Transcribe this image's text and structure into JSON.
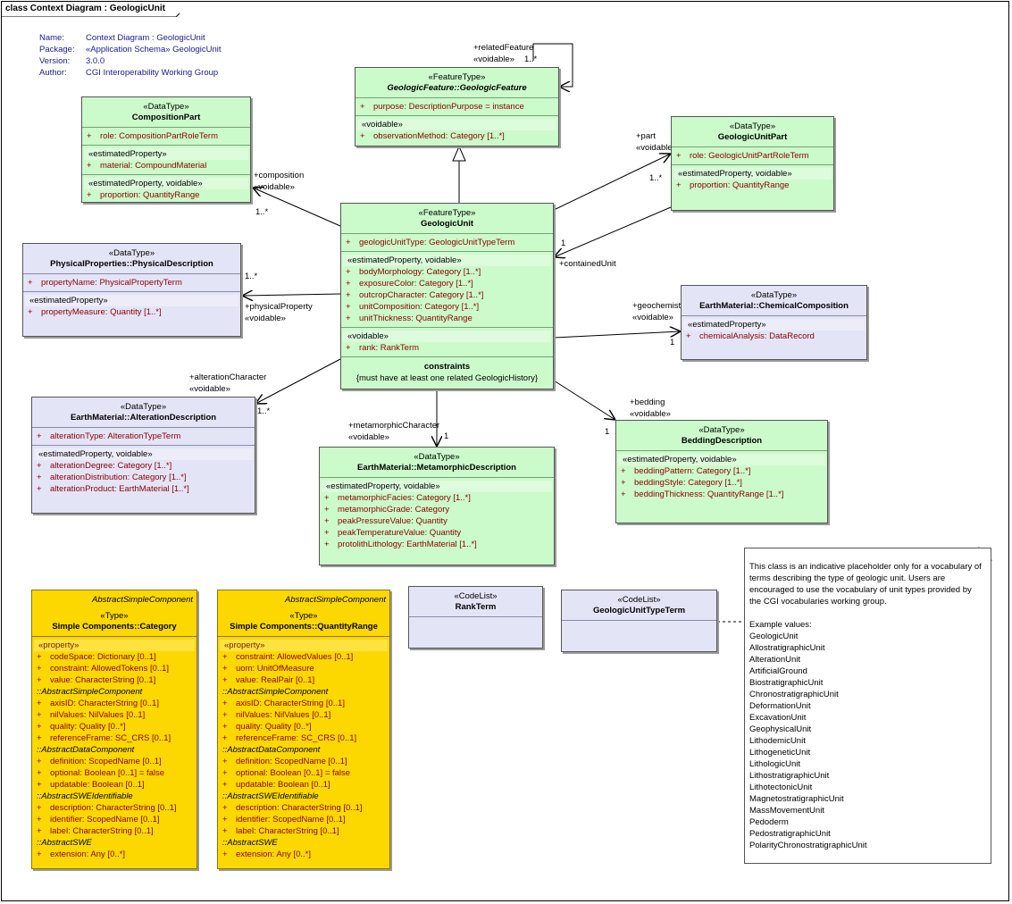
{
  "frame_title": "class Context Diagram : GeologicUnit",
  "meta": [
    {
      "key": "Name:",
      "value": "Context Diagram : GeologicUnit"
    },
    {
      "key": "Package:",
      "value": "«Application Schema» GeologicUnit"
    },
    {
      "key": "Version:",
      "value": "3.0.0"
    },
    {
      "key": "Author:",
      "value": "CGI Interoperability Working Group"
    }
  ],
  "classes": {
    "geologic_feature": {
      "stereotype": "«FeatureType»",
      "name": "GeologicFeature::GeologicFeature",
      "sections": [
        {
          "lines": [
            "purpose:  DescriptionPurpose = instance"
          ]
        },
        {
          "label": "«voidable»",
          "lines": [
            "observationMethod:  Category [1..*]"
          ]
        }
      ]
    },
    "composition_part": {
      "stereotype": "«DataType»",
      "name": "CompositionPart",
      "sections": [
        {
          "lines": [
            "role:  CompositionPartRoleTerm"
          ]
        },
        {
          "label": "«estimatedProperty»",
          "lines": [
            "material:  CompoundMaterial"
          ]
        },
        {
          "label": "«estimatedProperty, voidable»",
          "lines": [
            "proportion:  QuantityRange"
          ]
        }
      ]
    },
    "geologic_unit_part": {
      "stereotype": "«DataType»",
      "name": "GeologicUnitPart",
      "sections": [
        {
          "lines": [
            "role:  GeologicUnitPartRoleTerm"
          ]
        },
        {
          "label": "«estimatedProperty, voidable»",
          "lines": [
            "proportion:  QuantityRange"
          ]
        }
      ]
    },
    "geologic_unit": {
      "stereotype": "«FeatureType»",
      "name": "GeologicUnit",
      "sections": [
        {
          "lines": [
            "geologicUnitType:  GeologicUnitTypeTerm"
          ]
        },
        {
          "label": "«estimatedProperty, voidable»",
          "lines": [
            "bodyMorphology:  Category [1..*]",
            "exposureColor:  Category [1..*]",
            "outcropCharacter:  Category [1..*]",
            "unitComposition:  Category [1..*]",
            "unitThickness:  QuantityRange"
          ]
        },
        {
          "label": "«voidable»",
          "lines": [
            "rank:  RankTerm"
          ]
        }
      ],
      "constraints_title": "constraints",
      "constraint": "{must have at least one related GeologicHistory}"
    },
    "physical_description": {
      "stereotype": "«DataType»",
      "name": "PhysicalProperties::PhysicalDescription",
      "sections": [
        {
          "lines": [
            "propertyName:  PhysicalPropertyTerm"
          ]
        },
        {
          "label": "«estimatedProperty»",
          "lines": [
            "propertyMeasure:  Quantity [1..*]"
          ]
        }
      ]
    },
    "chemical_composition": {
      "stereotype": "«DataType»",
      "name": "EarthMaterial::ChemicalComposition",
      "sections": [
        {
          "label": "«estimatedProperty»",
          "lines": [
            "chemicalAnalysis:  DataRecord"
          ]
        }
      ]
    },
    "alteration_description": {
      "stereotype": "«DataType»",
      "name": "EarthMaterial::AlterationDescription",
      "sections": [
        {
          "lines": [
            "alterationType:  AlterationTypeTerm"
          ]
        },
        {
          "label": "«estimatedProperty, voidable»",
          "lines": [
            "alterationDegree:  Category [1..*]",
            "alterationDistribution:  Category [1..*]",
            "alterationProduct:  EarthMaterial [1..*]"
          ]
        }
      ]
    },
    "metamorphic_description": {
      "stereotype": "«DataType»",
      "name": "EarthMaterial::MetamorphicDescription",
      "sections": [
        {
          "label": "«estimatedProperty, voidable»",
          "lines": [
            "metamorphicFacies:  Category [1..*]",
            "metamorphicGrade:  Category",
            "peakPressureValue:  Quantity",
            "peakTemperatureValue:  Quantity",
            "protolithLithology:  EarthMaterial [1..*]"
          ]
        }
      ]
    },
    "bedding_description": {
      "stereotype": "«DataType»",
      "name": "BeddingDescription",
      "sections": [
        {
          "label": "«estimatedProperty, voidable»",
          "lines": [
            "beddingPattern:  Category [1..*]",
            "beddingStyle:  Category [1..*]",
            "beddingThickness:  QuantityRange [1..*]"
          ]
        }
      ]
    },
    "category": {
      "abstract": "AbstractSimpleComponent",
      "stereotype": "«Type»",
      "name": "Simple Components::Category",
      "groups": [
        {
          "label": "«property»",
          "lines": [
            "codeSpace:  Dictionary [0..1]",
            "constraint:  AllowedTokens [0..1]",
            "value:  CharacterString [0..1]"
          ]
        },
        {
          "inherit": "::AbstractSimpleComponent",
          "lines": [
            "axisID:  CharacterString [0..1]",
            "nilValues:  NilValues [0..1]",
            "quality:  Quality [0..*]",
            "referenceFrame:  SC_CRS [0..1]"
          ]
        },
        {
          "inherit": "::AbstractDataComponent",
          "lines": [
            "definition:  ScopedName [0..1]",
            "optional:  Boolean [0..1] = false",
            "updatable:  Boolean [0..1]"
          ]
        },
        {
          "inherit": "::AbstractSWEIdentifiable",
          "lines": [
            "description:  CharacterString [0..1]",
            "identifier:  ScopedName [0..1]",
            "label:  CharacterString [0..1]"
          ]
        },
        {
          "inherit": "::AbstractSWE",
          "lines": [
            "extension:  Any [0..*]"
          ]
        }
      ]
    },
    "quantity_range": {
      "abstract": "AbstractSimpleComponent",
      "stereotype": "«Type»",
      "name": "Simple Components::QuantityRange",
      "groups": [
        {
          "label": "«property»",
          "lines": [
            "constraint:  AllowedValues [0..1]",
            "uom:  UnitOfMeasure",
            "value:  RealPair [0..1]"
          ]
        },
        {
          "inherit": "::AbstractSimpleComponent",
          "lines": [
            "axisID:  CharacterString [0..1]",
            "nilValues:  NilValues [0..1]",
            "quality:  Quality [0..*]",
            "referenceFrame:  SC_CRS [0..1]"
          ]
        },
        {
          "inherit": "::AbstractDataComponent",
          "lines": [
            "definition:  ScopedName [0..1]",
            "optional:  Boolean [0..1] = false",
            "updatable:  Boolean [0..1]"
          ]
        },
        {
          "inherit": "::AbstractSWEIdentifiable",
          "lines": [
            "description:  CharacterString [0..1]",
            "identifier:  ScopedName [0..1]",
            "label:  CharacterString [0..1]"
          ]
        },
        {
          "inherit": "::AbstractSWE",
          "lines": [
            "extension:  Any [0..*]"
          ]
        }
      ]
    },
    "rank_term": {
      "stereotype": "«CodeList»",
      "name": "RankTerm"
    },
    "geologic_unit_type_term": {
      "stereotype": "«CodeList»",
      "name": "GeologicUnitTypeTerm"
    }
  },
  "association_labels": {
    "related_feature_role": "+relatedFeature",
    "related_feature_voidable": "«voidable»",
    "related_feature_mult": "1..*",
    "composition_role": "+composition",
    "composition_voidable": "«voidable»",
    "composition_mult": "1..*",
    "part_role": "+part",
    "part_voidable": "«voidable»",
    "part_mult": "1..*",
    "contained_unit_mult": "1",
    "contained_unit_role": "+containedUnit",
    "physical_mult": "1..*",
    "physical_role": "+physicalProperty",
    "physical_voidable": "«voidable»",
    "geochemistry_role": "+geochemistry",
    "geochemistry_voidable": "«voidable»",
    "geochemistry_mult": "1",
    "alteration_role": "+alterationCharacter",
    "alteration_voidable": "«voidable»",
    "alteration_mult": "1..*",
    "metamorphic_role": "+metamorphicCharacter",
    "metamorphic_voidable": "«voidable»",
    "metamorphic_mult": "1",
    "bedding_role": "+bedding",
    "bedding_voidable": "«voidable»",
    "bedding_mult": "1"
  },
  "note": {
    "text": "This class is an indicative placeholder only for a vocabulary of terms describing the type of geologic unit. Users are encouraged to use the vocabulary of unit types provided by the CGI vocabularies working group.",
    "examples_title": "Example values:",
    "examples": [
      "GeologicUnit",
      "AllostratigraphicUnit",
      "AlterationUnit",
      "ArtificialGround",
      "BiostratigraphicUnit",
      "ChronostratigraphicUnit",
      "DeformationUnit",
      "ExcavationUnit",
      "GeophysicalUnit",
      "LithodemicUnit",
      "LithogeneticUnit",
      "LithologicUnit",
      "Lithostratigraphic​Unit",
      "LithotectonicUnit",
      "MagnetostratigraphicUnit",
      "MassMovementUnit",
      "Pedoderm",
      "PedostratigraphicUnit",
      "PolarityChronostratigraphicUnit"
    ]
  }
}
